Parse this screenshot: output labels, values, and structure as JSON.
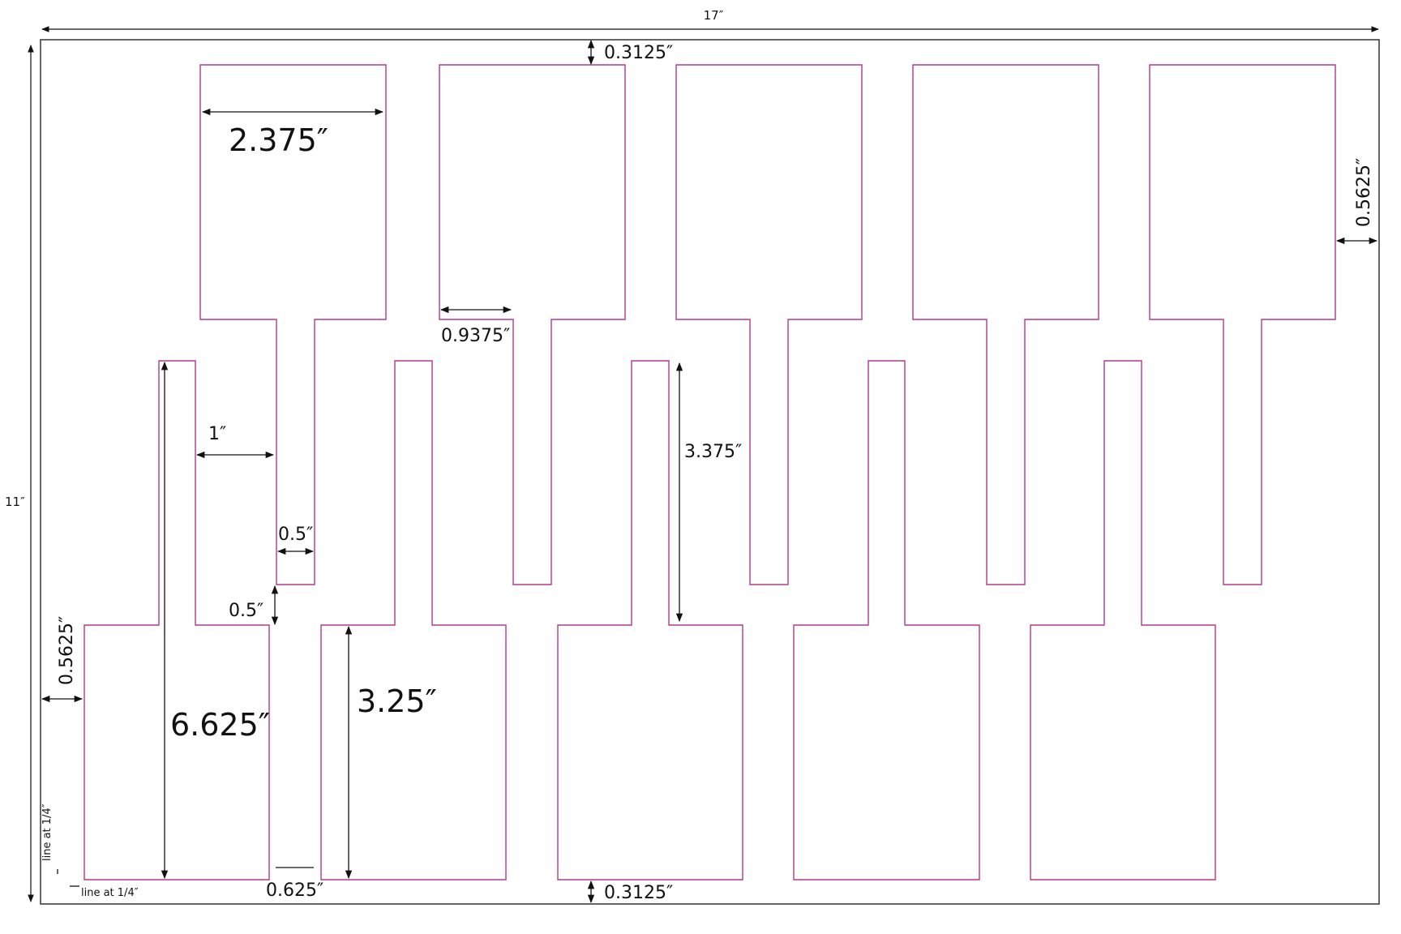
{
  "diagram": {
    "sheet_width_label": "17″",
    "sheet_height_label": "11″",
    "shape_color": "#b03a8c",
    "dims": {
      "top_margin": "0.3125″",
      "bottom_margin": "0.3125″",
      "paddle_width": "2.375″",
      "right_margin": "0.5625″",
      "handle_offset": "0.9375″",
      "handle_length": "3.375″",
      "shoulder": "1″",
      "handle_width": "0.5″",
      "handle_gap": "0.5″",
      "left_margin": "0.5625″",
      "paddle_height": "3.25″",
      "total_length": "6.625″",
      "paddle_gap": "0.625″",
      "bleed_line_vertical": "line at 1/4″",
      "bleed_line_horizontal": "line at 1/4″"
    }
  }
}
